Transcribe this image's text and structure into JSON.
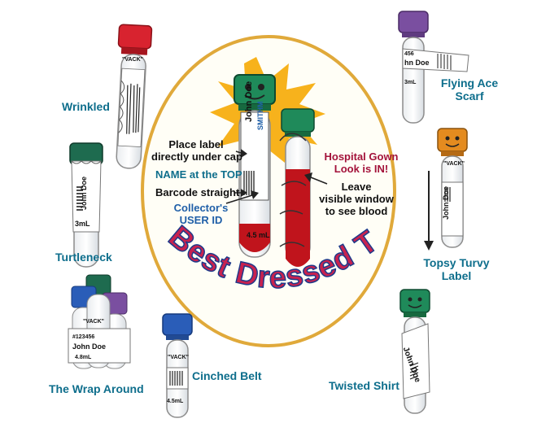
{
  "labels": {
    "wrinkled": "Wrinkled",
    "flying_ace_scarf_1": "Flying Ace",
    "flying_ace_scarf_2": "Scarf",
    "turtleneck": "Turtleneck",
    "topsy_turvy_1": "Topsy Turvy",
    "topsy_turvy_2": "Label",
    "wrap_around": "The Wrap Around",
    "cinched_belt": "Cinched Belt",
    "twisted_shirt": "Twisted Shirt"
  },
  "center": {
    "place_label_1": "Place label",
    "place_label_2": "directly under cap",
    "name_top": "NAME at the TOP",
    "barcode": "Barcode straight",
    "collector_1": "Collector's",
    "collector_2": "USER ID",
    "hospital_gown_1": "Hospital Gown",
    "hospital_gown_2": "Look is IN!",
    "leave_1": "Leave",
    "leave_2": "visible window",
    "leave_3": "to see blood",
    "title": "Best Dressed Tube"
  },
  "tube_text": {
    "vacutainer": "\"VACK\"",
    "patient_name": "John Doe",
    "patient_id": "#123456",
    "collector_id": "SMITHM",
    "volume_3": "3mL",
    "volume_45": "4.5 mL",
    "volume_45b": "4.5mL",
    "volume_48": "4.8mL",
    "scarf_id": "456",
    "scarf_name": "hn Doe"
  },
  "colors": {
    "red_cap": "#d8232f",
    "green_cap": "#1f8a5a",
    "dark_green_cap": "#1e6b4f",
    "purple_cap": "#7a4fa0",
    "blue_cap": "#2a5db8",
    "orange_cap": "#e48b1f",
    "blood": "#c0141c",
    "ellipse_stroke": "#e0a93a",
    "title_fill": "#c8224f",
    "title_stroke": "#1e3a8a",
    "teal_text": "#0e6e8c"
  }
}
